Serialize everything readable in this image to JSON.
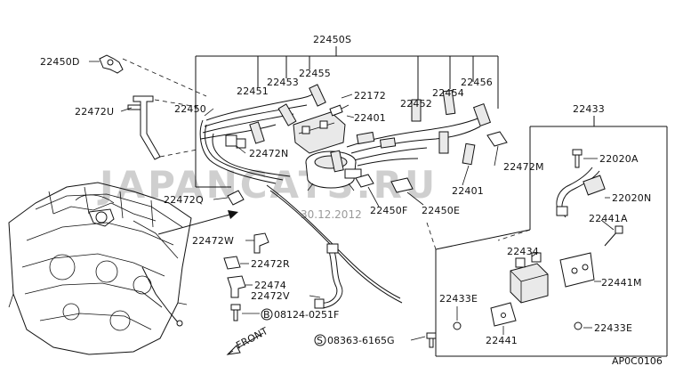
{
  "diagram": {
    "watermark": "JAPANCATS.RU",
    "date_stamp": "30.12.2012",
    "page_code": "AP0C0106",
    "front_label": "FRONT",
    "labels": {
      "p22450S": "22450S",
      "p22450D": "22450D",
      "p22472U": "22472U",
      "p22450": "22450",
      "p22451": "22451",
      "p22453": "22453",
      "p22455": "22455",
      "p22172": "22172",
      "p22401a": "22401",
      "p22452": "22452",
      "p22454": "22454",
      "p22456": "22456",
      "p22472N": "22472N",
      "p22472M": "22472M",
      "p22401b": "22401",
      "p22472Q": "22472Q",
      "p22450F": "22450F",
      "p22450E": "22450E",
      "p22472W": "22472W",
      "p22472R": "22472R",
      "p22474": "22474",
      "p22472V": "22472V",
      "p08124": "08124-0251F",
      "p08363": "08363-6165G",
      "p22433": "22433",
      "p22020A": "22020A",
      "p22020N": "22020N",
      "p22441A": "22441A",
      "p22434": "22434",
      "p22441M": "22441M",
      "p22433Ea": "22433E",
      "p22433Eb": "22433E",
      "p22441": "22441"
    },
    "circle_markers": {
      "bolt_b": "B",
      "screw_s": "S"
    }
  }
}
